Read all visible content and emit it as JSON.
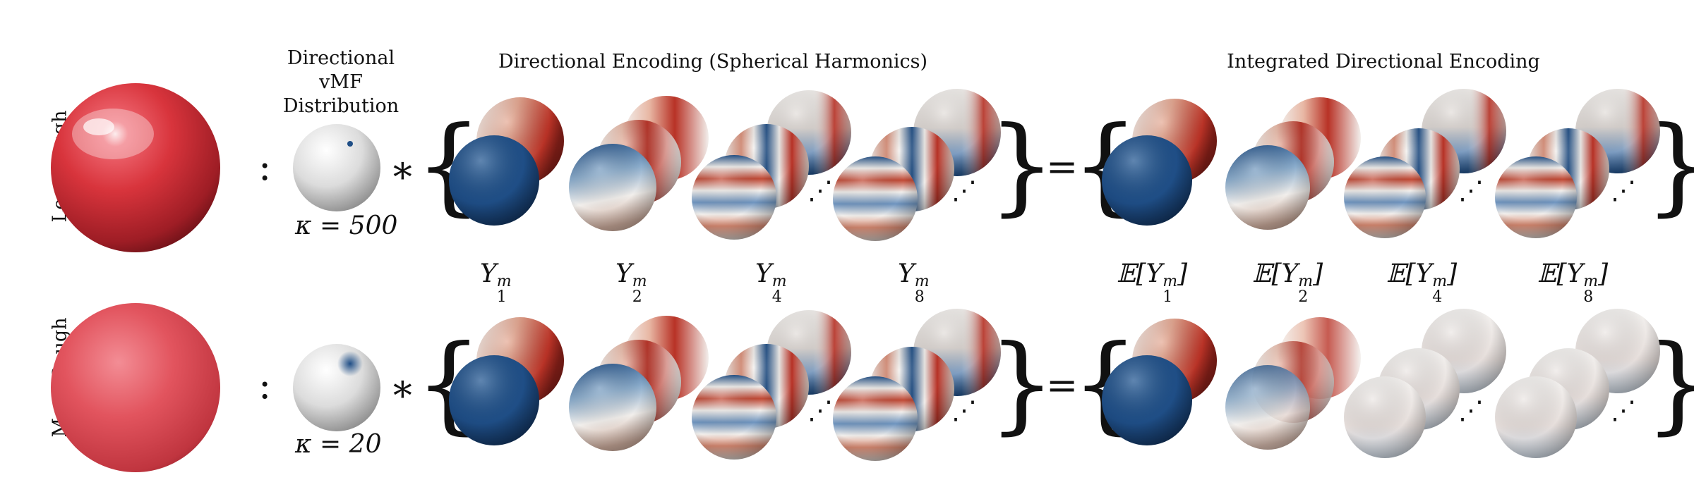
{
  "headers": {
    "vmf": "Directional vMF Distribution",
    "de": "Directional Encoding (Spherical Harmonics)",
    "ide": "Integrated Directional Encoding"
  },
  "rows": [
    {
      "label": "Less Rough",
      "kappa": "κ = 500"
    },
    {
      "label": "More Rough",
      "kappa": "κ = 20"
    }
  ],
  "operators": {
    "colon": ":",
    "convolve": "∗",
    "equals": "=",
    "ellipsis": "⋰"
  },
  "sh_labels": [
    {
      "base": "Y",
      "sub": "1",
      "sup": "m"
    },
    {
      "base": "Y",
      "sub": "2",
      "sup": "m"
    },
    {
      "base": "Y",
      "sub": "4",
      "sup": "m"
    },
    {
      "base": "Y",
      "sub": "8",
      "sup": "m"
    }
  ],
  "ide_labels": [
    {
      "prefix": "𝔼[",
      "base": "Y",
      "sub": "1",
      "sup": "m",
      "suffix": "]"
    },
    {
      "prefix": "𝔼[",
      "base": "Y",
      "sub": "2",
      "sup": "m",
      "suffix": "]"
    },
    {
      "prefix": "𝔼[",
      "base": "Y",
      "sub": "4",
      "sup": "m",
      "suffix": "]"
    },
    {
      "prefix": "𝔼[",
      "base": "Y",
      "sub": "8",
      "sup": "m",
      "suffix": "]"
    }
  ],
  "colors": {
    "material_red": "#d8343c",
    "material_pink": "#e2545e",
    "sh_blue": "#1f4e86",
    "sh_red": "#b83226",
    "sh_white": "#f2efec"
  }
}
